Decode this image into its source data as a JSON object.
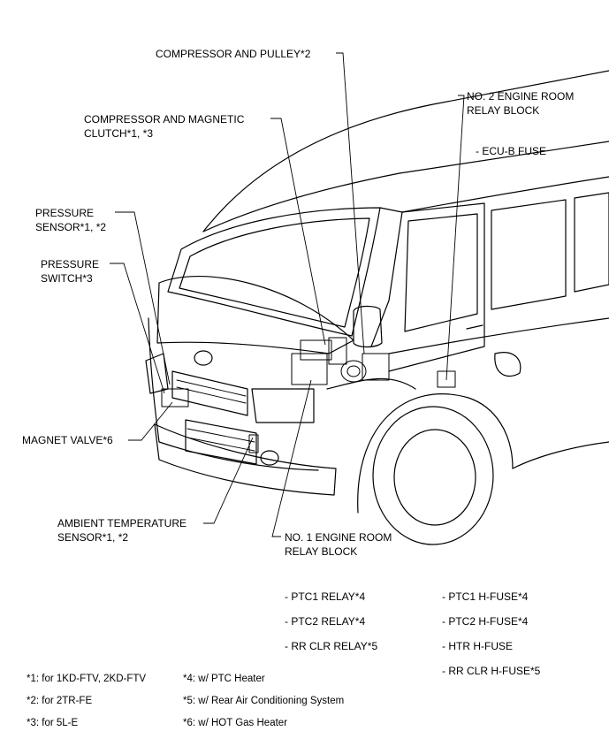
{
  "labels": {
    "compressor_pulley": "COMPRESSOR AND PULLEY*2",
    "no2_relay_block": [
      "NO. 2 ENGINE ROOM",
      "RELAY BLOCK"
    ],
    "ecu_b_fuse": "- ECU-B FUSE",
    "compressor_magnetic": [
      "COMPRESSOR AND MAGNETIC",
      "CLUTCH*1, *3"
    ],
    "pressure_sensor": [
      "PRESSURE",
      "SENSOR*1, *2"
    ],
    "pressure_switch": [
      "PRESSURE",
      "SWITCH*3"
    ],
    "magnet_valve": "MAGNET VALVE*6",
    "ambient_sensor": [
      "AMBIENT TEMPERATURE",
      "SENSOR*1, *2"
    ],
    "no1_relay_block": [
      "NO. 1 ENGINE ROOM",
      "RELAY BLOCK"
    ]
  },
  "relays": [
    "- PTC1 RELAY*4",
    "- PTC2 RELAY*4",
    "- RR CLR RELAY*5"
  ],
  "fuses": [
    "- PTC1 H-FUSE*4",
    "- PTC2 H-FUSE*4",
    "- HTR H-FUSE",
    "- RR CLR H-FUSE*5"
  ],
  "footnotes": [
    "*1: for 1KD-FTV, 2KD-FTV",
    "*2: for 2TR-FE",
    "*3: for 5L-E",
    "*4: w/ PTC Heater",
    "*5: w/ Rear Air Conditioning System",
    "*6: w/ HOT Gas Heater"
  ]
}
